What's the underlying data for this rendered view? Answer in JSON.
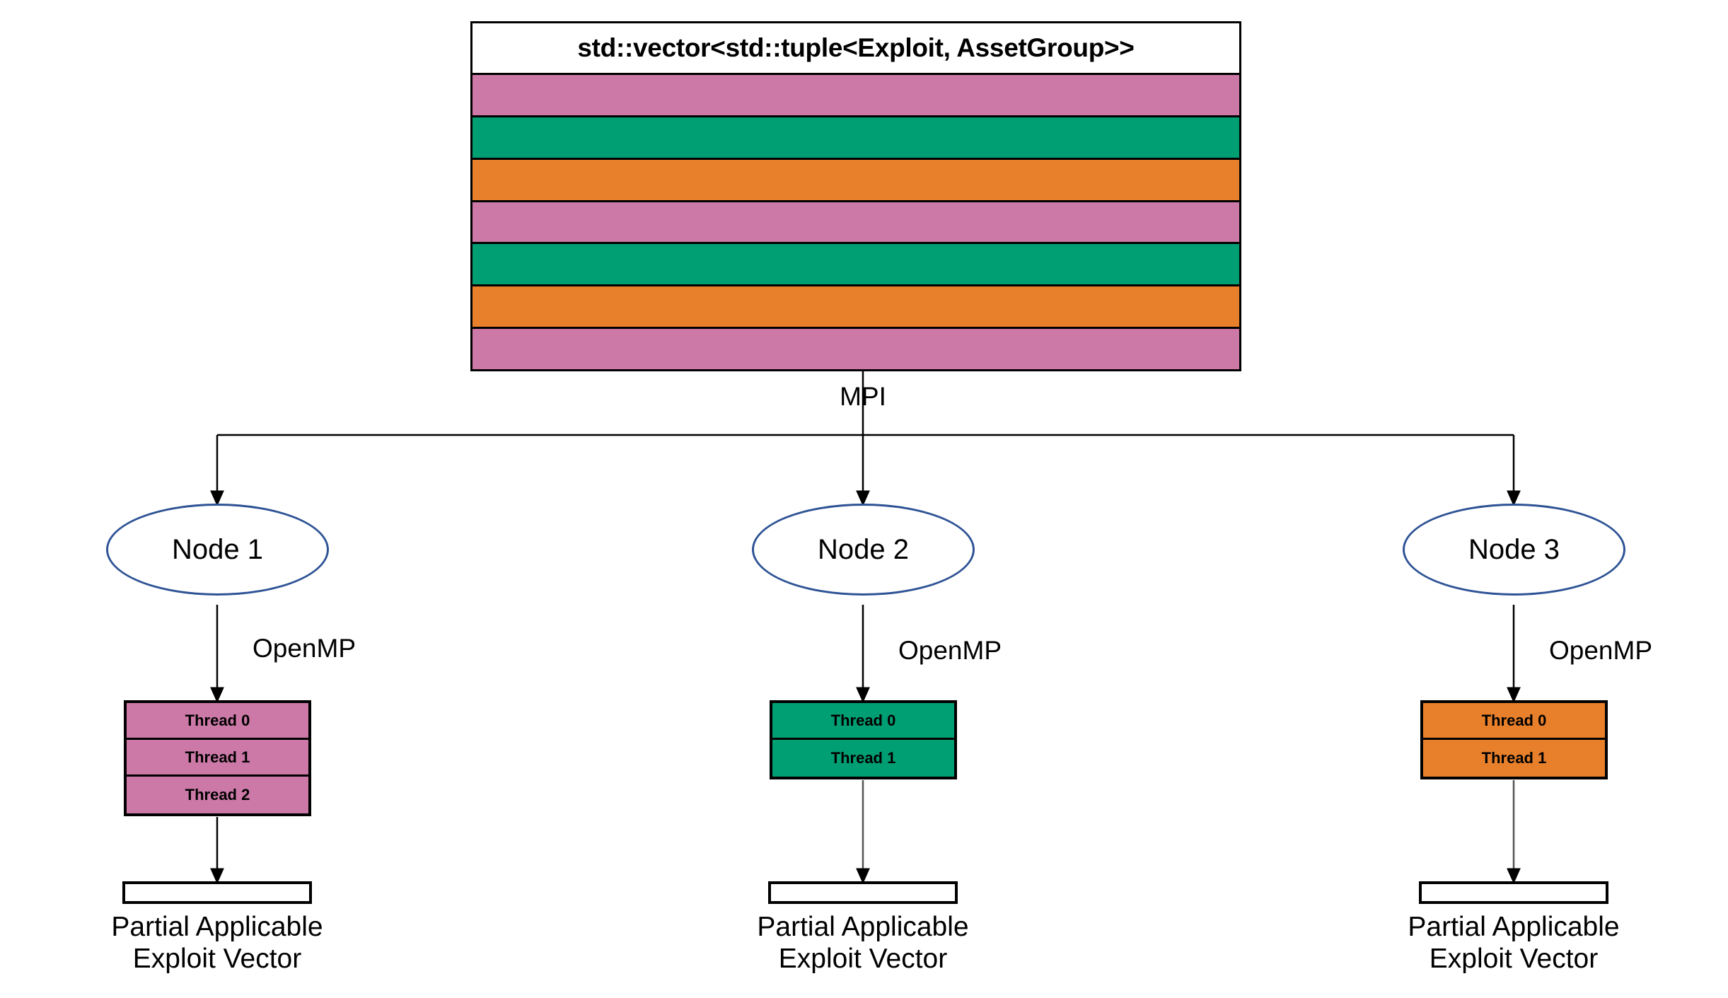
{
  "diagram": {
    "title": "MPI + OpenMP hybrid exploit vector distribution",
    "colors": {
      "pink": "#CC79A7",
      "green": "#009E73",
      "orange": "#E8802B",
      "ellipse_stroke": "#2E5395",
      "line": "#000000",
      "background": "#FFFFFF"
    }
  },
  "vector": {
    "header_label": "std::vector<std::tuple<Exploit, AssetGroup>>",
    "rows": [
      {
        "index": 0,
        "color": "#CC79A7",
        "color_name": "pink"
      },
      {
        "index": 1,
        "color": "#009E73",
        "color_name": "green"
      },
      {
        "index": 2,
        "color": "#E8802B",
        "color_name": "orange"
      },
      {
        "index": 3,
        "color": "#CC79A7",
        "color_name": "pink"
      },
      {
        "index": 4,
        "color": "#009E73",
        "color_name": "green"
      },
      {
        "index": 5,
        "color": "#E8802B",
        "color_name": "orange"
      },
      {
        "index": 6,
        "color": "#CC79A7",
        "color_name": "pink"
      }
    ]
  },
  "mpi": {
    "label": "MPI"
  },
  "nodes": [
    {
      "id": "node-1",
      "label": "Node 1",
      "openmp_label": "OpenMP",
      "thread_color": "#CC79A7",
      "threads": [
        "Thread 0",
        "Thread 1",
        "Thread 2"
      ],
      "result_caption_line1": "Partial Applicable",
      "result_caption_line2": "Exploit Vector"
    },
    {
      "id": "node-2",
      "label": "Node 2",
      "openmp_label": "OpenMP",
      "thread_color": "#009E73",
      "threads": [
        "Thread 0",
        "Thread 1"
      ],
      "result_caption_line1": "Partial Applicable",
      "result_caption_line2": "Exploit Vector"
    },
    {
      "id": "node-3",
      "label": "Node 3",
      "openmp_label": "OpenMP",
      "thread_color": "#E8802B",
      "threads": [
        "Thread 0",
        "Thread 1"
      ],
      "result_caption_line1": "Partial Applicable",
      "result_caption_line2": "Exploit Vector"
    }
  ]
}
